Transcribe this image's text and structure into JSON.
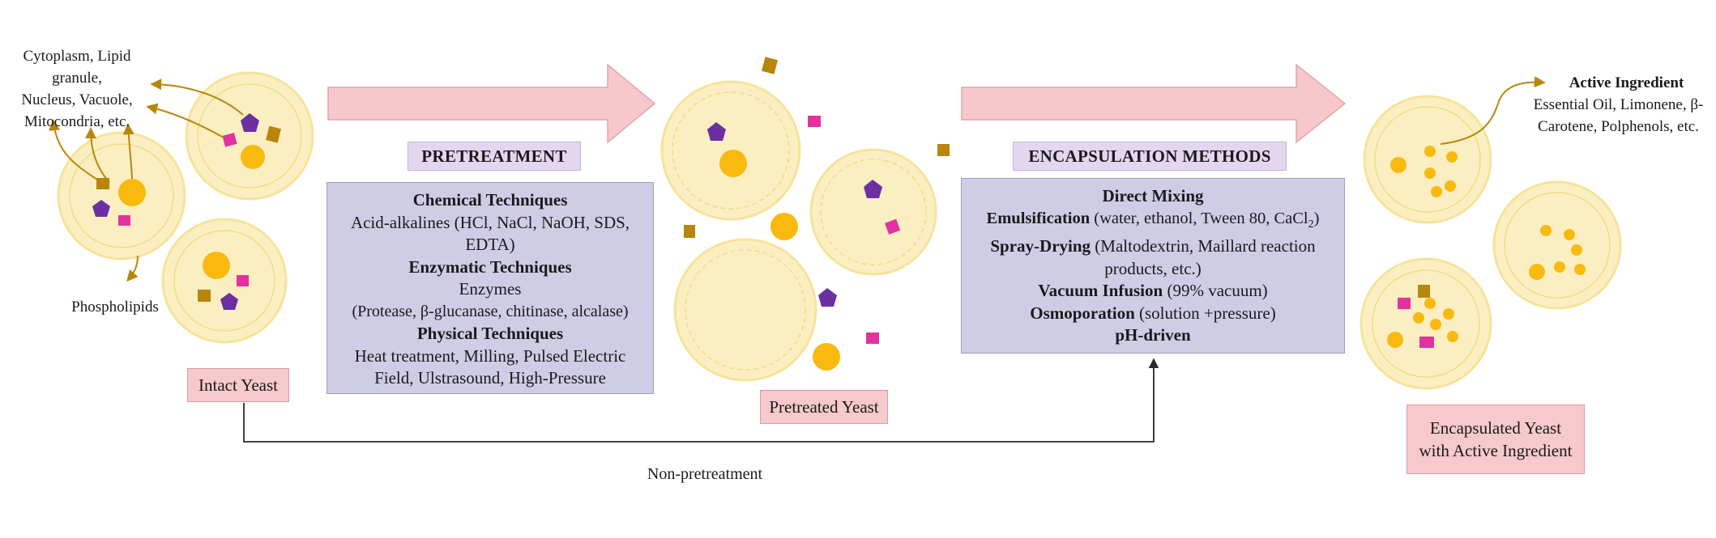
{
  "colors": {
    "arrow_fill": "#f7c8cb",
    "arrow_stroke": "#e4a3a8",
    "cell_fill": "#fbefc2",
    "cell_ring": "#f6e39a",
    "nucleus": "#f9b90f",
    "organelle_pentagon": "#6b2fa1",
    "organelle_square_gold": "#b8860b",
    "organelle_square_pink": "#e3319f",
    "connector": "#2a2a2a",
    "callout": "#b8860b"
  },
  "labels": {
    "organelles": [
      "Cytoplasm, Lipid granule,",
      "Nucleus, Vacuole,",
      "Mitocondria, etc."
    ],
    "phospholipids": "Phospholipids",
    "active_title": "Active Ingredient",
    "active_lines": [
      "Essential Oil, Limonene, β-",
      "Carotene, Polphenols, etc."
    ],
    "non_pretreatment": "Non-pretreatment"
  },
  "boxes": {
    "intact": "Intact Yeast",
    "pretreated": "Pretreated Yeast",
    "encapsulated": [
      "Encapsulated Yeast",
      "with Active Ingredient"
    ]
  },
  "pretreatment": {
    "title": "PRETREATMENT",
    "chemical_title": "Chemical Techniques",
    "chemical_lines": [
      "Acid-alkalines (HCl, NaCl, NaOH, SDS,",
      "EDTA)"
    ],
    "enzymatic_title": "Enzymatic Techniques",
    "enzymatic_lines": [
      "Enzymes",
      "(Protease, β-glucanase, chitinase, alcalase)"
    ],
    "physical_title": "Physical Techniques",
    "physical_lines": [
      "Heat treatment, Milling, Pulsed Electric",
      "Field, Ulstrasound, High-Pressure"
    ]
  },
  "encapsulation": {
    "title": "ENCAPSULATION METHODS",
    "direct": "Direct Mixing",
    "emul_b": "Emulsification",
    "emul_t": " (water, ethanol, Tween 80, CaCl",
    "emul_sub": "2",
    "emul_end": ")",
    "spray_b": "Spray-Drying",
    "spray_t": " (Maltodextrin, Maillard reaction",
    "spray_t2": "products, etc.)",
    "vac_b": "Vacuum Infusion",
    "vac_t": " (99% vacuum)",
    "osmo_b": "Osmoporation",
    "osmo_t": " (solution +pressure)",
    "ph": "pH-driven"
  }
}
